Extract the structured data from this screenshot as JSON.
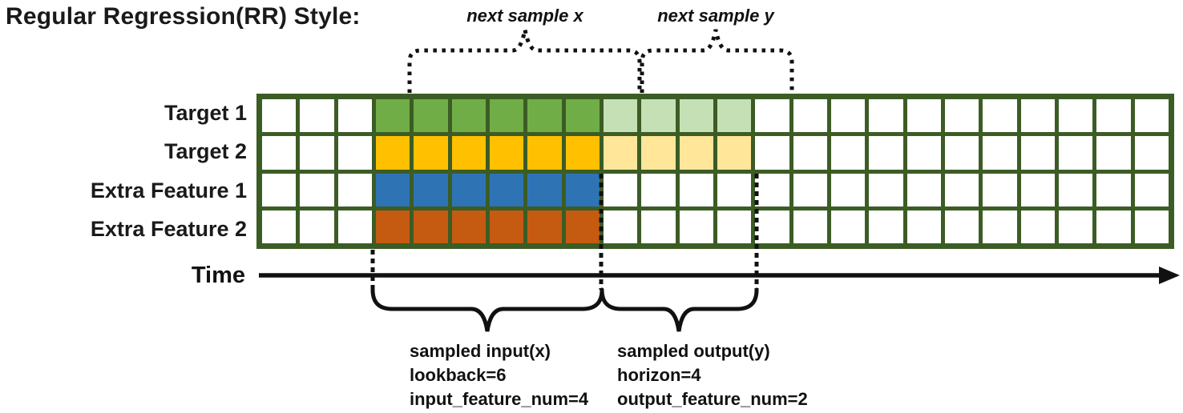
{
  "title": "Regular Regression(RR) Style:",
  "time_label": "Time",
  "annotations": {
    "next_sample_x": "next sample x",
    "next_sample_y": "next sample y"
  },
  "grid": {
    "columns": 24,
    "border_color": "#3C5C25",
    "input_start_col": 3,
    "lookback": 6,
    "horizon": 4,
    "rows": [
      {
        "label": "Target 1",
        "input_color": "#70AD47",
        "output_color": "#C5E0B4"
      },
      {
        "label": "Target 2",
        "input_color": "#FFC000",
        "output_color": "#FFE699"
      },
      {
        "label": "Extra Feature 1",
        "input_color": "#2E74B5",
        "output_color": null
      },
      {
        "label": "Extra Feature 2",
        "input_color": "#C55A11",
        "output_color": null
      }
    ]
  },
  "input_annotation": {
    "line1": "sampled input(x)",
    "line2": "lookback=6",
    "line3": "input_feature_num=4"
  },
  "output_annotation": {
    "line1": "sampled output(y)",
    "line2": "horizon=4",
    "line3": "output_feature_num=2"
  }
}
